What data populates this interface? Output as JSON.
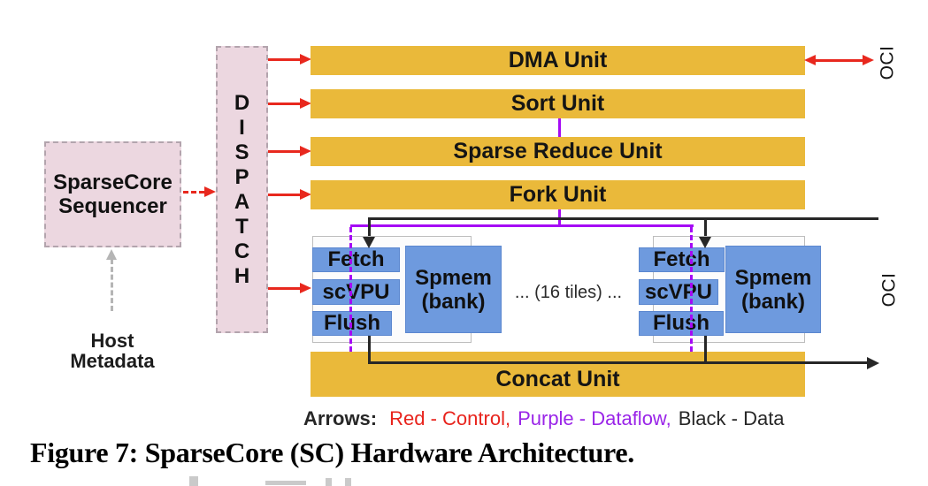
{
  "figure": {
    "caption": "Figure 7: SparseCore (SC) Hardware Architecture.",
    "legend": {
      "prefix": "Arrows:",
      "red": "Red - Control,",
      "purple": "Purple - Dataflow,",
      "black": "Black - Data"
    }
  },
  "colors": {
    "control_red": "#e8281e",
    "dataflow_purple": "#a50af5",
    "data_black": "#272727",
    "unit_yellow": "#eab93a",
    "tile_blue": "#6e9ade",
    "box_pink": "#ecd7e0"
  },
  "sequencer": {
    "label": "SparseCore\nSequencer"
  },
  "dispatch": {
    "label": "DISPATCH"
  },
  "host": {
    "label": "Host\nMetadata"
  },
  "units": {
    "dma": "DMA Unit",
    "sort": "Sort Unit",
    "sparse_reduce": "Sparse Reduce Unit",
    "fork": "Fork Unit",
    "concat": "Concat Unit"
  },
  "tiles": {
    "ellipsis": "... (16 tiles) ...",
    "left": {
      "fetch": "Fetch",
      "scvpu": "scVPU",
      "flush": "Flush",
      "spmem": "Spmem\n(bank)"
    },
    "right": {
      "fetch": "Fetch",
      "scvpu": "scVPU",
      "flush": "Flush",
      "spmem": "Spmem\n(bank)"
    }
  },
  "oci": {
    "top": "OCI",
    "bottom": "OCI"
  }
}
